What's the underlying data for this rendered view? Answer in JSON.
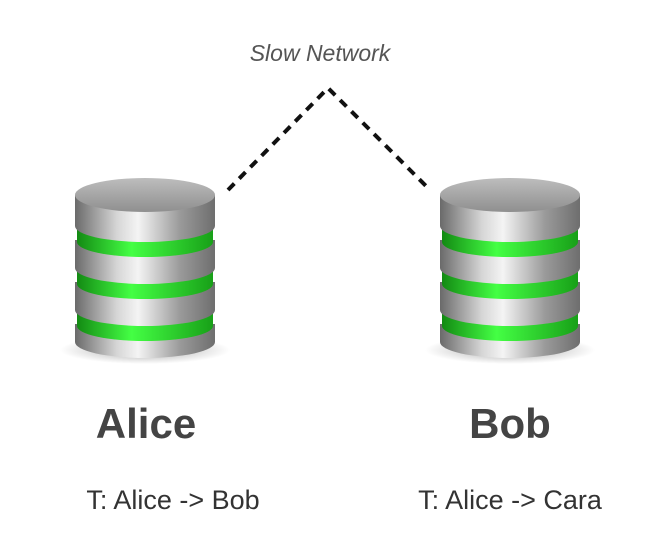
{
  "network": {
    "label": "Slow Network"
  },
  "nodes": [
    {
      "name": "Alice",
      "transaction": "T: Alice -> Bob",
      "icon": "database-icon"
    },
    {
      "name": "Bob",
      "transaction": "T: Alice -> Cara",
      "icon": "database-icon"
    }
  ],
  "colors": {
    "band": "#22dd22",
    "link": "#111111"
  }
}
